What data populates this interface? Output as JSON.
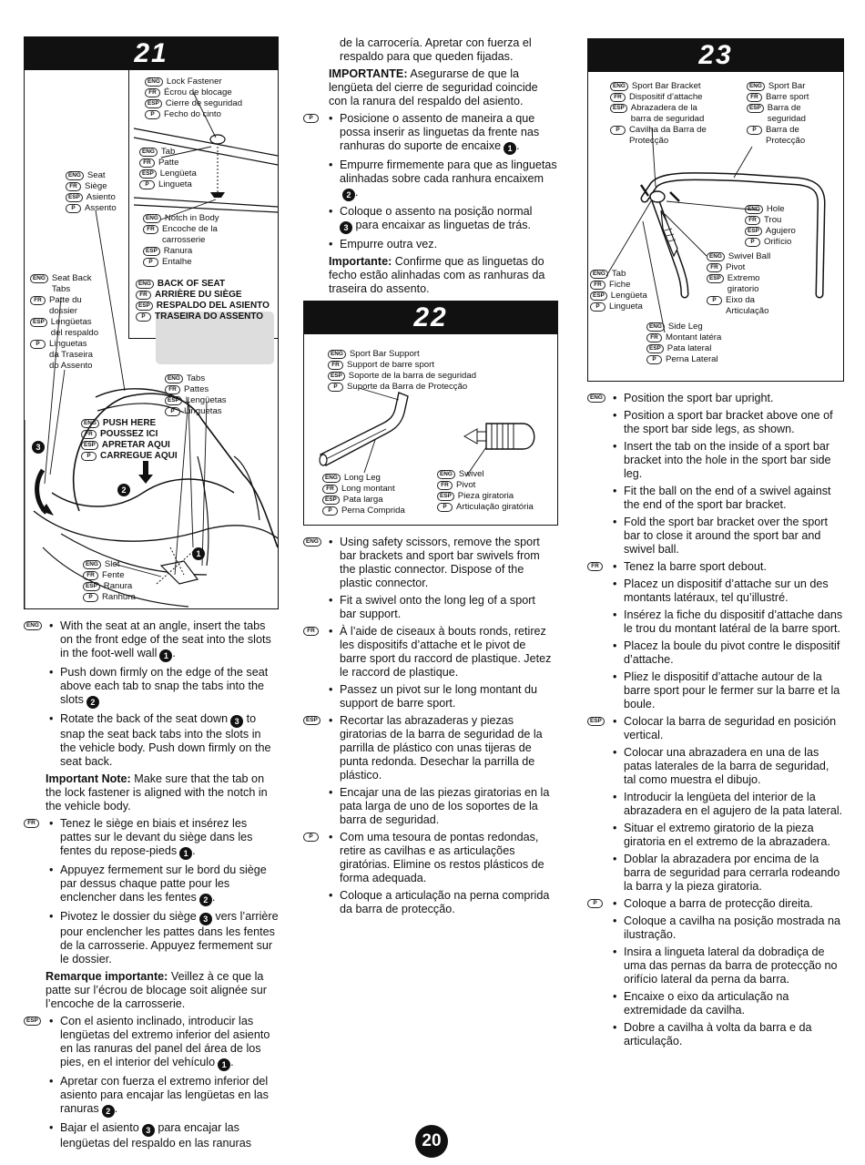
{
  "page_number": "20",
  "step21": {
    "number": "21",
    "labels": {
      "lock_fastener": [
        "Lock Fastener",
        "Écrou de blocage",
        "Cierre de seguridad",
        "Fecho do cinto"
      ],
      "tab": [
        "Tab",
        "Patte",
        "Lengüeta",
        "Lingueta"
      ],
      "notch": [
        "Notch in Body",
        "Encoche de la",
        "carrosserie",
        "Ranura",
        "Entalhe"
      ],
      "seat": [
        "Seat",
        "Siège",
        "Asiento",
        "Assento"
      ],
      "seat_back_tabs": [
        "Seat Back",
        "Tabs",
        "Patte du",
        "dossier",
        "Lengüetas",
        "del respaldo",
        "Linguetas",
        "da Traseira",
        "do Assento"
      ],
      "back_of_seat": [
        "BACK OF SEAT",
        "ARRIÈRE DU SIÈGE",
        "RESPALDO DEL ASIENTO",
        "TRASEIRA DO ASSENTO"
      ],
      "tabs": [
        "Tabs",
        "Pattes",
        "Lengüetas",
        "Linguetas"
      ],
      "push_here": [
        "PUSH HERE",
        "POUSSEZ ICI",
        "APRETAR AQUI",
        "CARREGUE AQUI"
      ],
      "slot": [
        "Slot",
        "Fente",
        "Ranura",
        "Ranhura"
      ]
    },
    "lang_codes": [
      "ENG",
      "FR",
      "ESP",
      "P"
    ],
    "callouts": [
      "1",
      "2",
      "3"
    ]
  },
  "step21_text": {
    "eng": {
      "b1": "With the seat at an angle, insert the tabs on the front edge of the seat into the slots in the foot-well wall",
      "b2": "Push down firmly on the edge of the seat above each tab to snap the tabs into the slots",
      "b3a": "Rotate the back of the seat down",
      "b3b": "to snap the seat back tabs into the slots in the vehicle body. Push down firmly on the seat back.",
      "note_label": "Important Note:",
      "note": "Make sure that the tab on the lock fastener is aligned with the notch in the vehicle body."
    },
    "fr": {
      "b1": "Tenez le siège en biais et insérez les pattes sur le devant du siège dans les fentes du repose-pieds",
      "b2": "Appuyez fermement sur le bord du siège par dessus chaque patte pour les enclencher dans les fentes",
      "b3a": "Pivotez le dossier du siège",
      "b3b": "vers l’arrière pour enclencher les pattes dans les fentes de la carrosserie. Appuyez fermement sur le dossier.",
      "note_label": "Remarque importante:",
      "note": "Veillez à ce que la patte sur l’écrou de blocage soit alignée sur l’encoche de la carrosserie."
    },
    "esp": {
      "b1": "Con el asiento inclinado, introducir las lengüetas del extremo inferior del asiento en las ranuras del panel del área de los pies, en el interior del vehículo",
      "b2": "Apretar con fuerza el extremo inferior del asiento para encajar las lengüetas en las ranuras",
      "b3a": "Bajar el asiento",
      "b3b": "para encajar las lengüetas del respaldo en las ranuras",
      "b3c": "de la carrocería. Apretar con fuerza el respaldo para que queden fijadas.",
      "note_label": "IMPORTANTE:",
      "note": "Asegurarse de que la lengüeta del cierre de seguridad coincide con la ranura del respaldo del asiento."
    },
    "p": {
      "b1": "Posicione o assento de maneira a que possa inserir as linguetas da frente nas ranhuras do suporte de encaixe",
      "b2": "Empurre firmemente para que as linguetas alinhadas sobre cada ranhura encaixem",
      "b3a": "Coloque o assento na posição normal",
      "b3b": "para encaixar as linguetas de trás.",
      "b4": "Empurre outra vez.",
      "note_label": "Importante:",
      "note": "Confirme que as linguetas do fecho estão alinhadas com as ranhuras da traseira do assento."
    }
  },
  "step22": {
    "number": "22",
    "labels": {
      "sport_bar_support": [
        "Sport Bar Support",
        "Support de barre sport",
        "Soporte de la barra de seguridad",
        "Suporte da Barra de Protecção"
      ],
      "long_leg": [
        "Long Leg",
        "Long montant",
        "Pata larga",
        "Perna Comprida"
      ],
      "swivel": [
        "Swivel",
        "Pivot",
        "Pieza giratoria",
        "Articulação giratória"
      ]
    }
  },
  "step22_text": {
    "eng": {
      "b1": "Using safety scissors, remove the sport bar brackets and sport bar swivels from the plastic connector. Dispose of the plastic connector.",
      "b2": "Fit a swivel onto the long leg of a sport bar support."
    },
    "fr": {
      "b1": "À l’aide de ciseaux à bouts ronds, retirez les dispositifs d’attache et le pivot de barre sport du raccord de plastique. Jetez le raccord de plastique.",
      "b2": "Passez un pivot sur le long montant du support de barre sport."
    },
    "esp": {
      "b1": "Recortar las abrazaderas y piezas giratorias de la barra de seguridad de la parrilla de plástico con unas tijeras de punta redonda. Desechar la parrilla de plástico.",
      "b2": "Encajar una de las piezas giratorias en la pata larga de uno de los soportes de la barra de seguridad."
    },
    "p": {
      "b1": "Com uma tesoura de pontas redondas, retire as cavilhas e as articulações giratórias. Elimine os restos plásticos de forma adequada.",
      "b2": "Coloque a articulação na perna comprida da barra de protecção."
    }
  },
  "step23": {
    "number": "23",
    "labels": {
      "sport_bar_bracket": [
        "Sport Bar Bracket",
        "Dispositif d’attache",
        "Abrazadera de la",
        "barra de seguridad",
        "Cavilha da Barra de",
        "Protecção"
      ],
      "sport_bar": [
        "Sport Bar",
        "Barre sport",
        "Barra de",
        "seguridad",
        "Barra de",
        "Protecção"
      ],
      "hole": [
        "Hole",
        "Trou",
        "Agujero",
        "Orifício"
      ],
      "swivel_ball": [
        "Swivel Ball",
        "Pivot",
        "Extremo",
        "giratorio",
        "Eixo da",
        "Articulação"
      ],
      "tab": [
        "Tab",
        "Fiche",
        "Lengüeta",
        "Lingueta"
      ],
      "side_leg": [
        "Side Leg",
        "Montant latéra",
        "Pata lateral",
        "Perna Lateral"
      ]
    }
  },
  "step23_text": {
    "eng": {
      "b1": "Position the sport bar upright.",
      "b2": "Position a sport bar bracket above one of the sport bar side legs, as shown.",
      "b3": "Insert the tab on the inside of a sport bar bracket into the hole in the sport bar side leg.",
      "b4": "Fit the ball on the end of a swivel against the end of the sport bar bracket.",
      "b5": "Fold the sport bar bracket over the sport bar to close it around the sport bar and swivel ball."
    },
    "fr": {
      "b1": "Tenez la barre sport debout.",
      "b2": "Placez un dispositif d’attache sur un des montants latéraux, tel qu’illustré.",
      "b3": "Insérez la fiche du dispositif d’attache dans le trou du montant latéral de la barre sport.",
      "b4": "Placez la boule du pivot contre le dispositif d’attache.",
      "b5": "Pliez le dispositif d’attache autour de la barre sport pour le fermer sur la barre et la boule."
    },
    "esp": {
      "b1": "Colocar la barra de seguridad en posición vertical.",
      "b2": "Colocar una abrazadera en una de las patas laterales de la barra de seguridad, tal como muestra el dibujo.",
      "b3": "Introducir la lengüeta del interior de la abrazadera en el agujero de la pata lateral.",
      "b4": "Situar el extremo giratorio de la pieza giratoria en el extremo de la abrazadera.",
      "b5": "Doblar la abrazadera por encima de la barra de seguridad para cerrarla rodeando la barra y la pieza giratoria."
    },
    "p": {
      "b1": "Coloque a barra de protecção direita.",
      "b2": "Coloque a cavilha na posição mostrada na ilustração.",
      "b3": "Insira a lingueta lateral da dobradiça de uma das pernas da barra de protecção no orifício lateral da perna da barra.",
      "b4": "Encaixe o eixo da articulação na extremidade da cavilha.",
      "b5": "Dobre a cavilha à volta da barra e da articulação."
    }
  }
}
